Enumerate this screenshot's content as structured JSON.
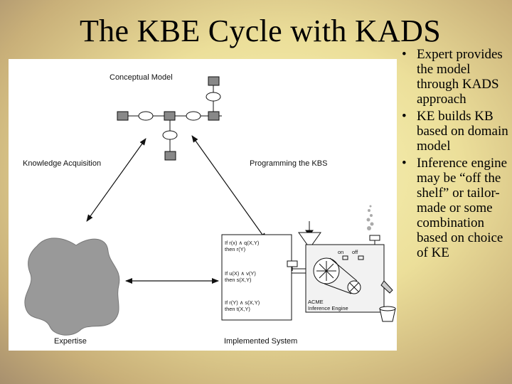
{
  "slide": {
    "title": "The KBE Cycle with KADS",
    "bullets": [
      "Expert provides the model through KADS approach",
      "KE builds KB based on domain model",
      "Inference engine may be “off the shelf” or tailor-made or some combination based on choice of KE"
    ],
    "bullet_glyph": "•"
  },
  "diagram": {
    "labels": {
      "conceptual_model": "Conceptual Model",
      "knowledge_acquisition": "Knowledge Acquisition",
      "programming": "Programming the KBS",
      "expertise": "Expertise",
      "implemented_system": "Implemented System"
    },
    "rules": [
      "If r(x) ∧ q(X,Y)\nthen r(Y)",
      "If u(X) ∧ v(Y)\nthen s(X,Y)",
      "If r(Y) ∧ s(X,Y)\nthen t(X,Y)"
    ],
    "engine": {
      "on": "on",
      "off": "off",
      "name_line1": "ACME",
      "name_line2": "Inference Engine"
    }
  }
}
